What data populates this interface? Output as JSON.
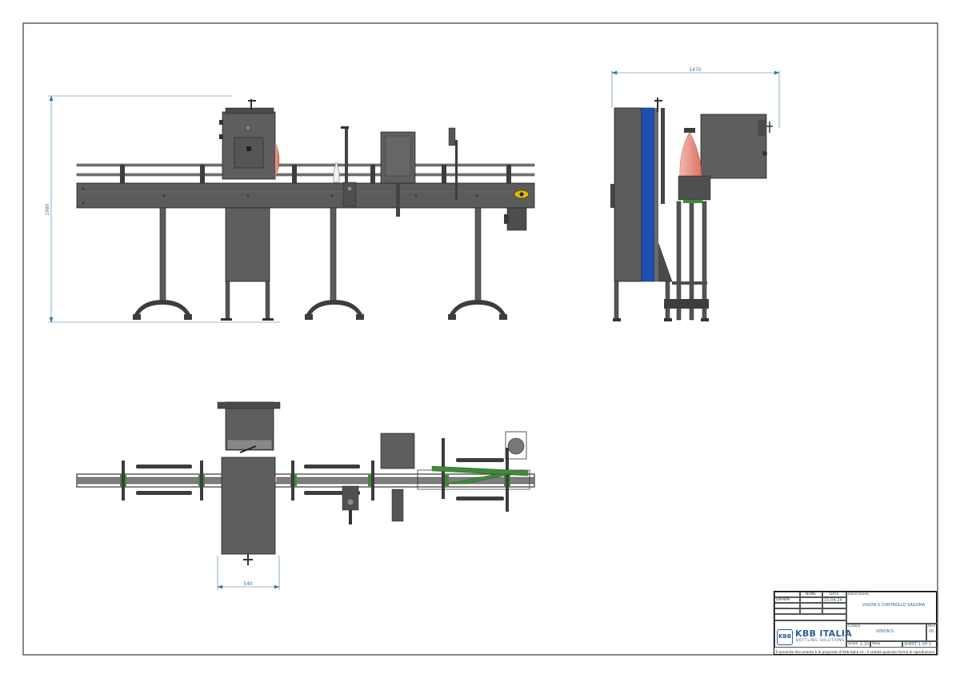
{
  "dimensions": {
    "front_height": "1980",
    "side_width": "1470",
    "top_width": "540"
  },
  "title_block": {
    "col_name": "NAME",
    "col_date": "DATE",
    "row_drawn": "DRAWN",
    "drawn_date": "15-04-24",
    "descrizione_label": "Descrizione",
    "descrizione_value": "VISION S CONTROLLO SAGOMA",
    "codice_label": "Codice",
    "codice_value": "VISION S",
    "rev_label": "REV",
    "rev_value": "00",
    "scala_label": "Scala",
    "scala_value": "1:10",
    "peso_label": "Peso",
    "sheet": "SHEET 1 OF 1",
    "brand_mark": "KBB",
    "brand": "KBB ITALIA",
    "brand_sub": "BOTTLING SOLUTIONS",
    "disclaimer": "Il presente documento è di proprietà di Kbb-italia srl , è vietata qualsiasi forma di riproduzione"
  },
  "colors": {
    "machine": "#5b5b5b",
    "machine_dark": "#3d3d3d",
    "accent_blue": "#1f4fb0",
    "guide_green": "#3d8c3a",
    "laser_red": "#e07060",
    "dimension": "#3a7a9a"
  }
}
